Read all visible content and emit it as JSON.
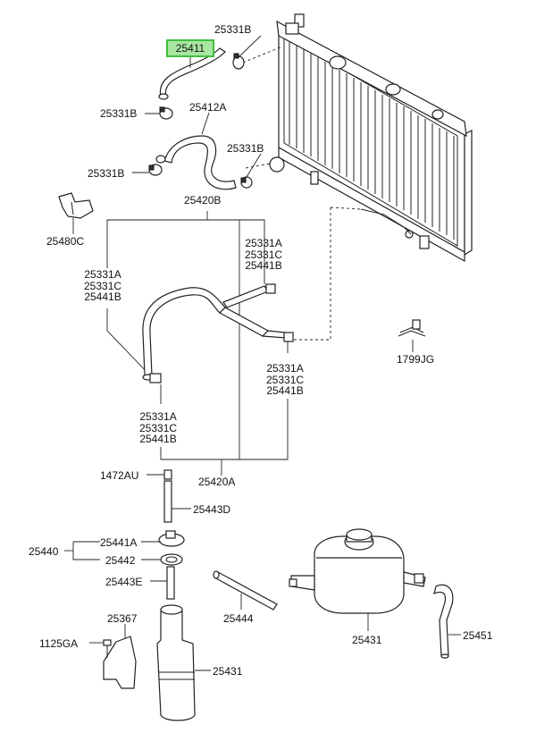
{
  "highlight_label": "25411",
  "labels": {
    "l_25331B_top": "25331B",
    "l_25331B_mid": "25331B",
    "l_25331B_lower": "25331B",
    "l_25331B_right": "25331B",
    "l_25412A": "25412A",
    "l_25420B": "25420B",
    "l_25480C": "25480C",
    "l_1799JG": "1799JG",
    "l_25420A": "25420A",
    "l_1472AU": "1472AU",
    "l_25443D": "25443D",
    "l_25440": "25440",
    "l_25441A": "25441A",
    "l_25442": "25442",
    "l_25443E": "25443E",
    "l_25444": "25444",
    "l_25367": "25367",
    "l_1125GA": "1125GA",
    "l_25431_left": "25431",
    "l_25431_right": "25431",
    "l_25451": "25451"
  },
  "stacks": {
    "s_left": [
      "25331A",
      "25331C",
      "25441B"
    ],
    "s_upper_right": [
      "25331A",
      "25331C",
      "25441B"
    ],
    "s_lower_right": [
      "25331A",
      "25331C",
      "25441B"
    ],
    "s_lower_left": [
      "25331A",
      "25331C",
      "25441B"
    ]
  }
}
